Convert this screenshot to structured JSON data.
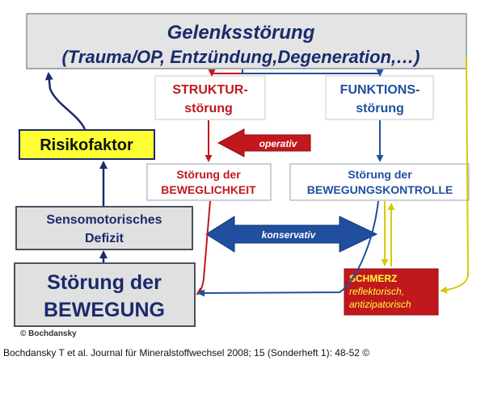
{
  "diagram": {
    "title_line1": "Gelenksstörung",
    "title_line2": "(Trauma/OP, Entzündung,Degeneration,…)",
    "struktur_line1": "STRUKTUR-",
    "struktur_line2": "störung",
    "funktion_line1": "FUNKTIONS-",
    "funktion_line2": "störung",
    "operativ": "operativ",
    "konservativ": "konservativ",
    "risikofaktor": "Risikofaktor",
    "sensomotor_line1": "Sensomotorisches",
    "sensomotor_line2": "Defizit",
    "beweglichkeit_line1": "Störung der",
    "beweglichkeit_line2": "BEWEGLICHKEIT",
    "kontrolle_line1": "Störung der",
    "kontrolle_line2": "BEWEGUNGSKONTROLLE",
    "bewegung_line1": "Störung der",
    "bewegung_line2": "BEWEGUNG",
    "schmerz_line1": "SCHMERZ",
    "schmerz_line2": "reflektorisch,",
    "schmerz_line3": "antizipatorisch",
    "copyright": "© Bochdansky"
  },
  "caption": "Bochdansky T et al. Journal für Mineralstoffwechsel 2008; 15 (Sonderheft 1): 48-52 ©",
  "colors": {
    "navy": "#1a2a6c",
    "red": "#c0181e",
    "blue": "#1f4f9e",
    "yellow": "#ffff33",
    "yellow_line": "#f2e600",
    "grey_box": "#e0e0e0",
    "box_border": "#6a7280"
  }
}
